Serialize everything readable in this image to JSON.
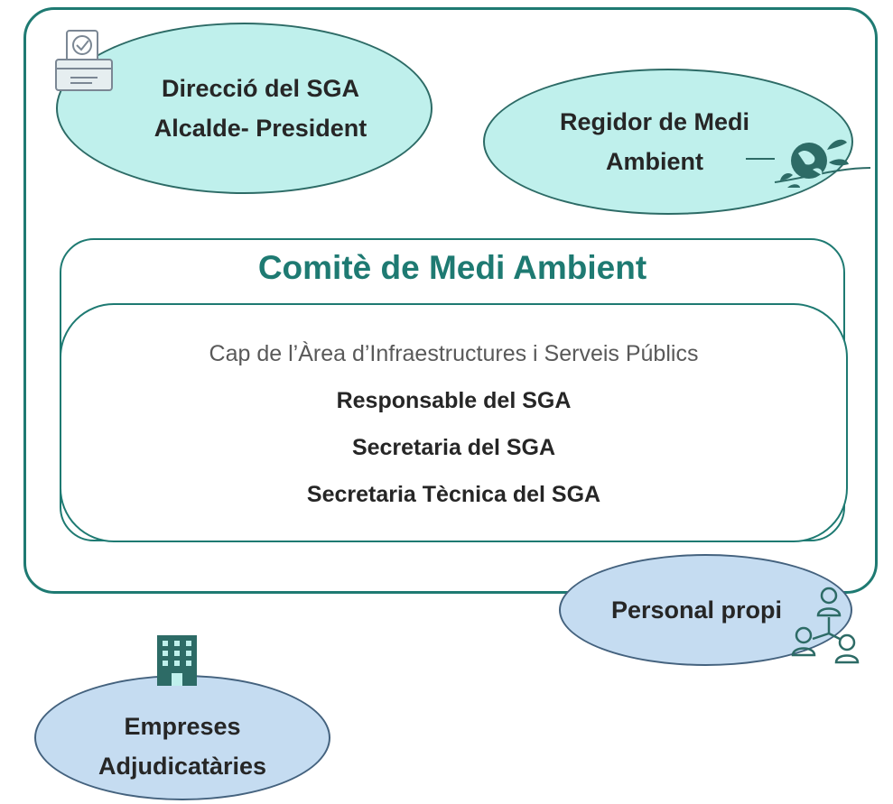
{
  "colors": {
    "frame_teal": "#1e7a72",
    "ellipse_teal_fill": "#bff0ec",
    "ellipse_blue_fill": "#c5dcf1",
    "text_dark": "#262626",
    "title_teal": "#1e7a72"
  },
  "direccio": {
    "line1": "Direcció del SGA",
    "line2": "Alcalde- President",
    "icon": "ballot-box-icon"
  },
  "regidor": {
    "line1": "Regidor de Medi",
    "line2": "Ambient",
    "icon": "globe-leaves-icon"
  },
  "committee": {
    "title": "Comitè de Medi Ambient",
    "members": [
      "Cap de l’Àrea d’Infraestructures i Serveis Públics",
      "Responsable del SGA",
      "Secretaria del SGA",
      "Secretaria Tècnica del SGA"
    ]
  },
  "personal": {
    "label": "Personal propi",
    "icon": "people-network-icon"
  },
  "empreses": {
    "line1": "Empreses",
    "line2": "Adjudicatàries",
    "icon": "office-building-icon"
  }
}
